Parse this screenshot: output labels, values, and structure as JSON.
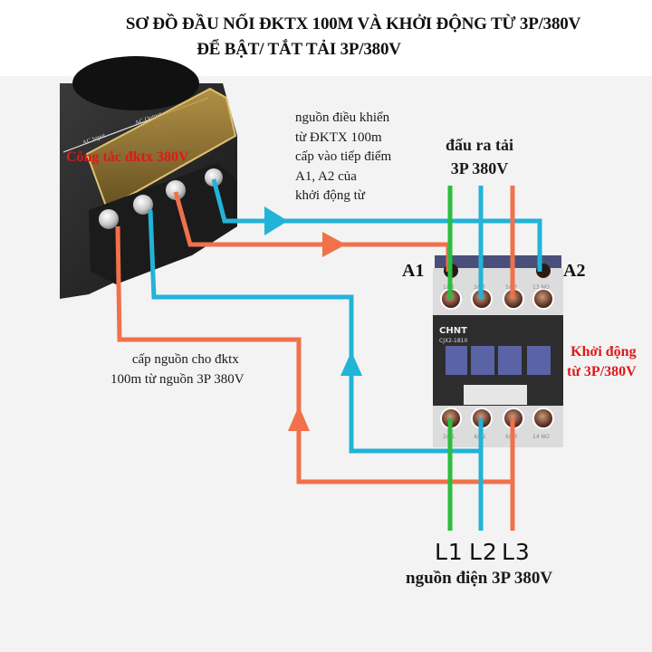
{
  "title": {
    "line1": "SƠ ĐỒ ĐẦU NỐI ĐKTX 100M VÀ KHỞI ĐỘNG TỪ 3P/380V",
    "line2": "ĐỂ BẬT/ TẮT TẢI 3P/380V"
  },
  "module": {
    "label": "Công tắc đktx 380V",
    "input_label": "AC Input",
    "output_label": "AC Output"
  },
  "notes": {
    "control": [
      "nguồn điều khiển",
      "từ ĐKTX 100m",
      "cấp vào  tiếp điểm",
      "A1, A2 của",
      "khởi động từ"
    ],
    "power": [
      "cấp nguồn cho đktx",
      "100m từ nguồn 3P 380V"
    ]
  },
  "load_output": {
    "line1": "đấu ra tải",
    "line2": "3P 380V"
  },
  "contactor": {
    "brand": "CHNT",
    "model": "CJX2-1810",
    "a1": "A1",
    "a2": "A2",
    "top_terminals": [
      "1/L1",
      "3/L2",
      "5/L3",
      "13 NO"
    ],
    "bottom_terminals": [
      "2/T1",
      "4/T2",
      "6/T3",
      "14 NO"
    ],
    "caption": [
      "Khởi động",
      "từ 3P/380V"
    ]
  },
  "supply": {
    "phases": [
      "L1",
      "L2",
      "L3"
    ],
    "caption": "nguồn điện 3P 380V"
  },
  "colors": {
    "orange_wire": "#f0714a",
    "blue_wire": "#22b3d8",
    "green_wire": "#2bbd3e",
    "label_red": "#e01818"
  }
}
